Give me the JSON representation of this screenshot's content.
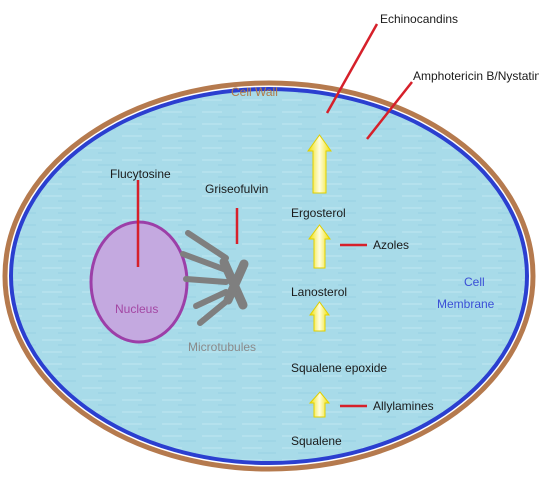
{
  "labels": {
    "echinocandins": "Echinocandins",
    "amphotericin": "Amphotericin B/Nystatin",
    "cell_wall": "Cell Wall",
    "cell_membrane_1": "Cell",
    "cell_membrane_2": "Membrane",
    "flucytosine": "Flucytosine",
    "griseofulvin": "Griseofulvin",
    "nucleus": "Nucleus",
    "microtubules": "Microtubules",
    "ergosterol": "Ergosterol",
    "azoles": "Azoles",
    "lanosterol": "Lanosterol",
    "squalene_epoxide": "Squalene epoxide",
    "allylamines": "Allylamines",
    "squalene": "Squalene"
  },
  "colors": {
    "cytoplasm": "#a9dcea",
    "membrane": "#2b3fd0",
    "wall": "#b57a4e",
    "nucleus_fill": "#c4a9e0",
    "nucleus_ring": "#9c3fa8",
    "drug_line": "#d6202a",
    "arrow": "#fff200",
    "microtubule": "#7f7f7f"
  }
}
